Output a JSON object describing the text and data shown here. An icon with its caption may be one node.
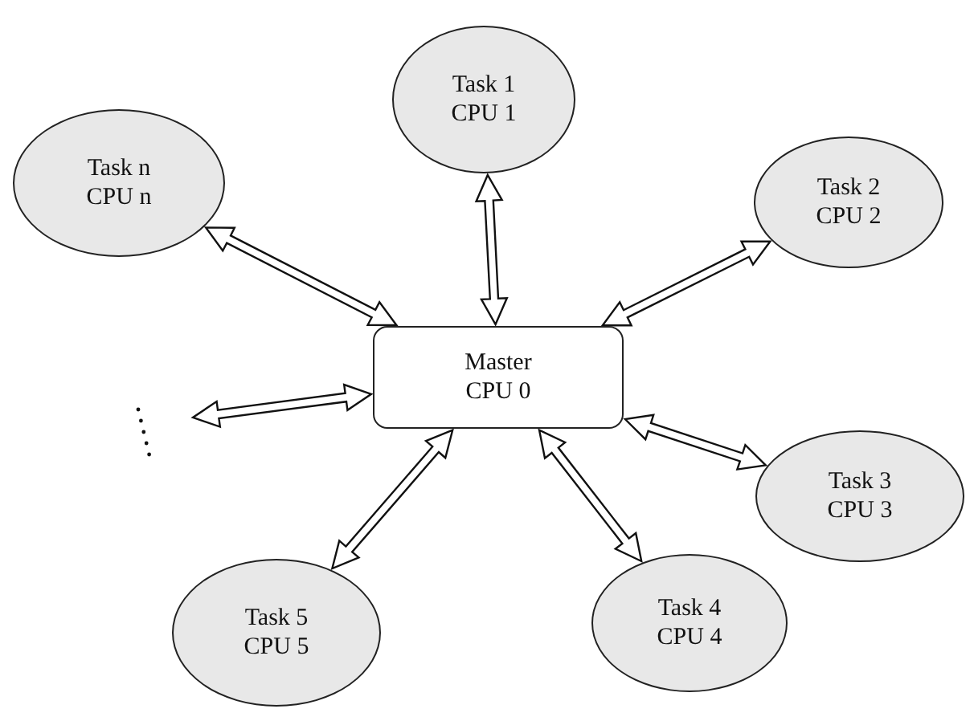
{
  "diagram": {
    "nodes": [
      {
        "text": [
          "Task 1",
          "CPU 1"
        ]
      },
      {
        "text": [
          "Task n",
          "CPU n"
        ]
      },
      {
        "text": [
          "Task 2",
          "CPU 2"
        ]
      },
      {
        "text": [
          "Master",
          "CPU 0"
        ]
      },
      {
        "text": [
          "Task 3",
          "CPU 3"
        ]
      },
      {
        "text": [
          "Task 5",
          "CPU 5"
        ]
      },
      {
        "text": [
          "Task 4",
          "CPU 4"
        ]
      }
    ],
    "edges": [
      {
        "from": 3,
        "to": 0,
        "arrow": "both"
      },
      {
        "from": 3,
        "to": 1,
        "arrow": "both"
      },
      {
        "from": 3,
        "to": 2,
        "arrow": "both"
      },
      {
        "from": 3,
        "to": 4,
        "arrow": "both"
      },
      {
        "from": 3,
        "to": 5,
        "arrow": "both"
      },
      {
        "from": 3,
        "to": 6,
        "arrow": "both"
      },
      {
        "from": 3,
        "to": null,
        "arrow": "both"
      }
    ]
  }
}
